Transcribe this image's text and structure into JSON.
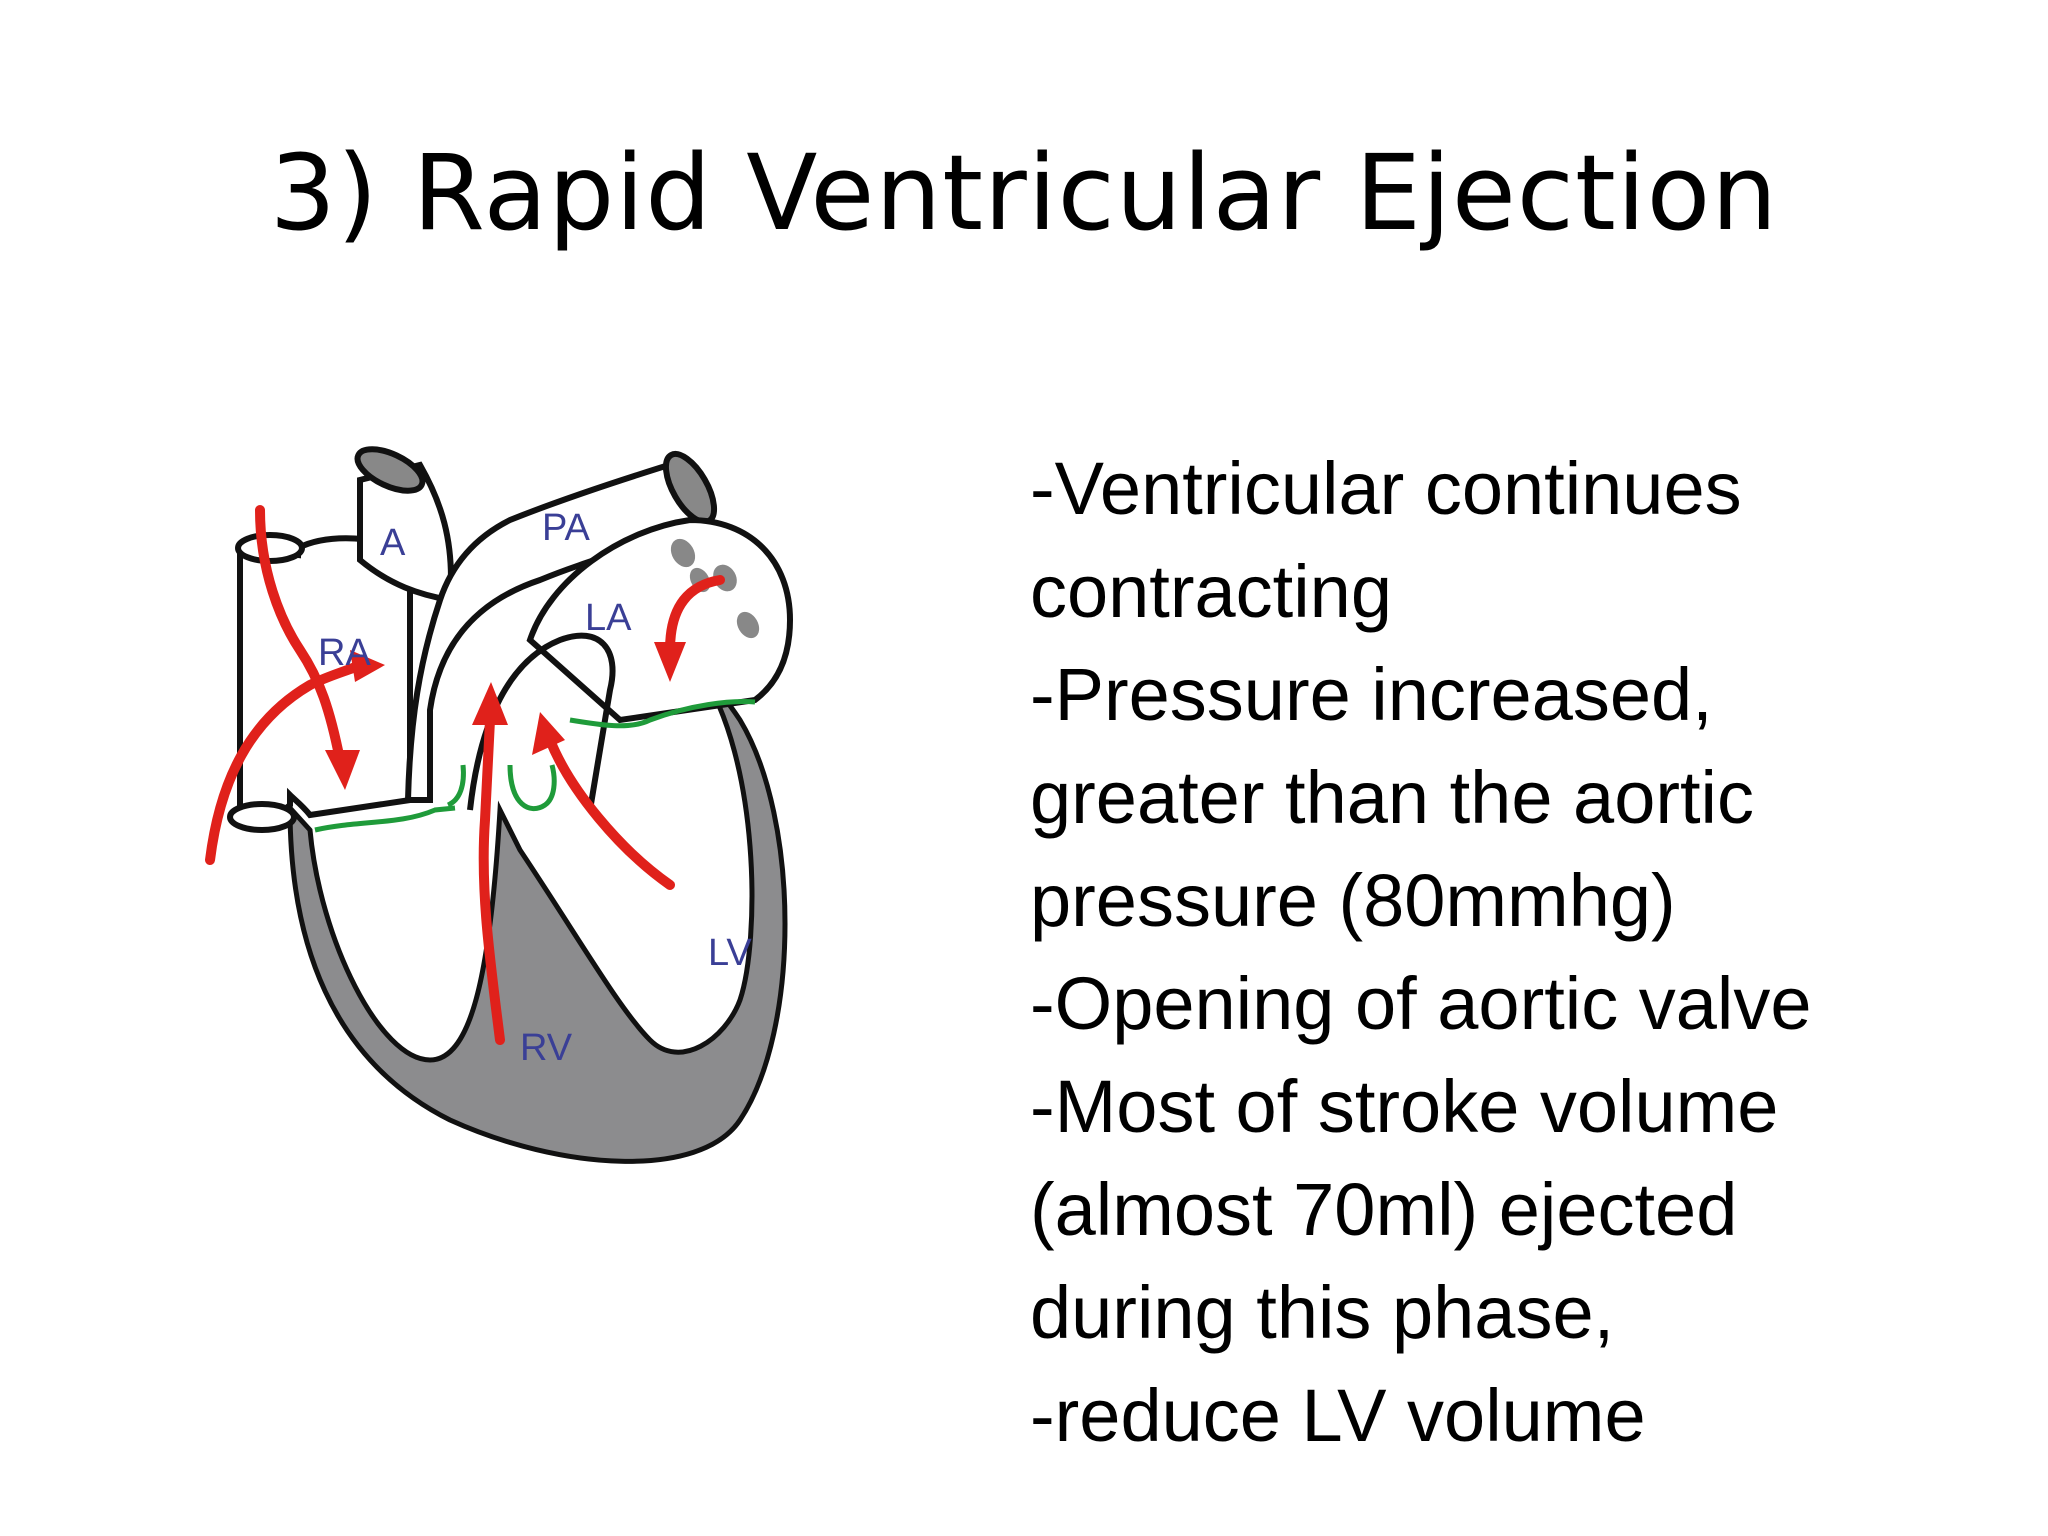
{
  "slide": {
    "title": "3) Rapid Ventricular Ejection",
    "bullets": [
      "-Ventricular continues",
      "contracting",
      "-Pressure increased,",
      "greater than the aortic",
      "pressure (80mmhg)",
      "-Opening of aortic valve",
      "-Most of stroke volume",
      "(almost 70ml) ejected",
      "during this phase,",
      "-reduce LV volume"
    ]
  },
  "diagram": {
    "labels": {
      "a": "A",
      "pa": "PA",
      "ra": "RA",
      "la": "LA",
      "lv": "LV",
      "rv": "RV"
    },
    "colors": {
      "outline": "#111111",
      "myocardium": "#8c8c8e",
      "vessel_opening": "#888888",
      "flow_arrow": "#e0211b",
      "valve": "#1f9b3a",
      "label": "#3a3f96"
    }
  }
}
